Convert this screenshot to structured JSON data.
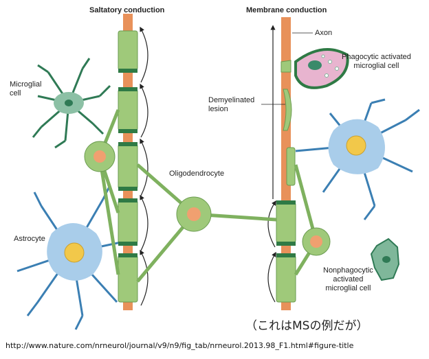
{
  "titles": {
    "left": "Saltatory conduction",
    "right": "Membrane conduction"
  },
  "labels": {
    "microglial_cell": "Microglial\ncell",
    "astrocyte": "Astrocyte",
    "oligodendrocyte": "Oligodendrocyte",
    "axon": "Axon",
    "phagocytic": "Phagocytic activated\nmicroglial cell",
    "demyelinated": "Demyelinated\nlesion",
    "nonphagocytic": "Nonphagocytic\nactivated\nmicroglial cell"
  },
  "note": "（これはMSの例だが）",
  "url": "http://www.nature.com/nrneurol/journal/v9/n9/fig_tab/nrneurol.2013.98_F1.html#figure-title",
  "colors": {
    "axon": "#e8915a",
    "myelin": "#9fc97a",
    "node": "#2f7a45",
    "astro": "#a9cdea",
    "astro_edge": "#3b7fb3",
    "nucleus": "#f2c84a",
    "microglia": "#7fb79a",
    "phago": "#e8b4cf"
  }
}
